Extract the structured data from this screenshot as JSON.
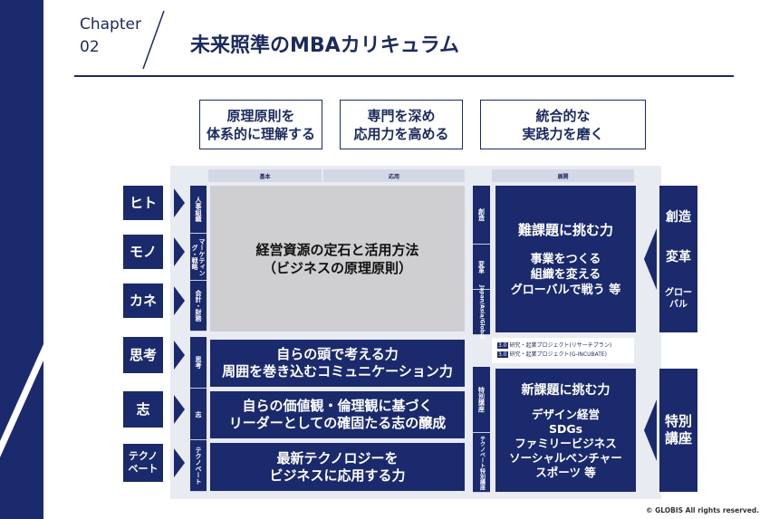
{
  "header": {
    "chapter": "Chapter",
    "chapter_no": "02",
    "title": "未来照準のMBAカリキュラム"
  },
  "top_boxes": [
    [
      "原理原則を",
      "体系的に理解する"
    ],
    [
      "専門を深め",
      "応用力を高める"
    ],
    [
      "統合的な",
      "実践力を磨く"
    ]
  ],
  "columns": {
    "basic": "基本",
    "applied": "応用",
    "develop": "展開"
  },
  "left_labels": [
    "ヒト",
    "モノ",
    "カネ",
    "思考",
    "志",
    "テクノ\nベート"
  ],
  "categories": [
    "人事組織",
    "マーケティング・戦略",
    "会計・財務",
    "思考",
    "志",
    "テクノベート"
  ],
  "overlay": [
    "経営資源の定石と活用方法",
    "（ビジネスの原理原則）"
  ],
  "navy_rows": [
    [
      "自らの頭で考える力",
      "周囲を巻き込むコミュニケーション力"
    ],
    [
      "自らの価値観・倫理観に基づく",
      "リーダーとしての確固たる志の醸成"
    ],
    [
      "最新テクノロジーを",
      "ビジネスに応用する力"
    ]
  ],
  "right_categories": [
    "創造",
    "変革",
    "Japan/Asia/Global",
    "特別講座",
    "テクノベート特別講座"
  ],
  "develop_box": {
    "title": "難課題に挑む力",
    "lines": [
      "事業をつくる",
      "組織を変える",
      "グローバルで戦う 等"
    ]
  },
  "projects": [
    {
      "badge": "3.0",
      "label": "研究・起業プロジェクト(リサーチプラン)"
    },
    {
      "badge": "3.0",
      "label": "研究・起業プロジェクト(G-INCUBATE)"
    }
  ],
  "special_box": {
    "title": "新課題に挑む力",
    "lines": [
      "デザイン経営",
      "SDGs",
      "ファミリービジネス",
      "ソーシャルベンチャー",
      "スポーツ 等"
    ]
  },
  "right_labels": {
    "upper": [
      "創造",
      "変革",
      "グロー\nバル"
    ],
    "lower": "特別\n講座"
  },
  "footer": "© GLOBIS All rights reserved."
}
